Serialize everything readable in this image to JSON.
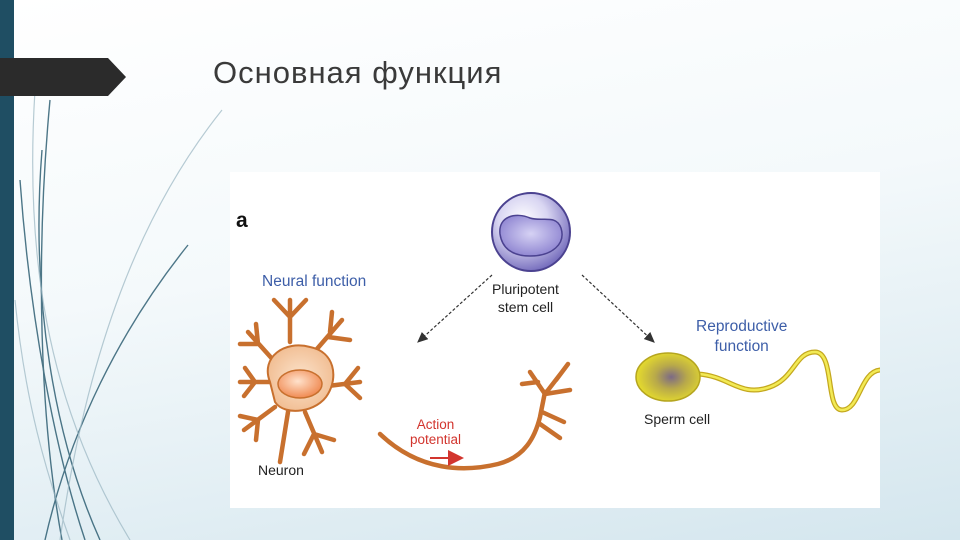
{
  "slide": {
    "title": "Основная функция"
  },
  "figure": {
    "panel_letter": "a",
    "neural_function": "Neural function",
    "stem_line1": "Pluripotent",
    "stem_line2": "stem cell",
    "reproductive_line1": "Reproductive",
    "reproductive_line2": "function",
    "sperm_cell": "Sperm cell",
    "neuron": "Neuron",
    "action_line1": "Action",
    "action_line2": "potential"
  },
  "colors": {
    "sidebar": "#1f4e63",
    "tab": "#2b2b2b",
    "neuron_fill": "#f3c7a2",
    "neuron_stroke": "#c8702e",
    "stem_cell": "#9f98d8",
    "sperm_head": "#d9cc2e",
    "label_blue": "#3d5ea8",
    "label_red": "#d2352e"
  }
}
